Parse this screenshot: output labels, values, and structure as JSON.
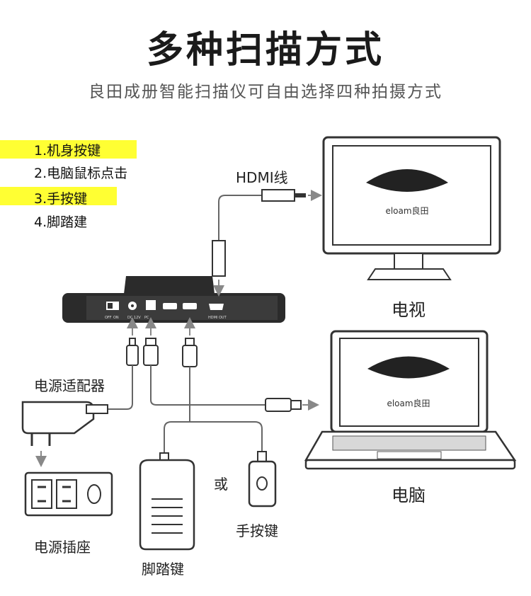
{
  "title": "多种扫描方式",
  "subtitle": "良田成册智能扫描仪可自由选择四种拍摄方式",
  "modes": [
    "1.机身按键",
    "2.电脑鼠标点击",
    "3.手按键",
    "4.脚踏建"
  ],
  "labels": {
    "hdmi_cable": "HDMI线",
    "tv": "电视",
    "computer": "电脑",
    "power_adapter": "电源适配器",
    "power_socket": "电源插座",
    "foot_pedal": "脚踏键",
    "hand_button": "手按键",
    "or": "或"
  },
  "device_ports": {
    "switch_off": "OFF",
    "switch_on": "ON",
    "dc": "DC 12V",
    "pc": "PC",
    "hdmi_out": "HDMI OUT"
  },
  "brand_logo_text": "eloam良田",
  "colors": {
    "highlight": "#ffff33",
    "arrow": "#888888",
    "device": "#2b2b2b"
  },
  "icons": [
    "usb-icon",
    "camera-icon",
    "arrow-right-icon",
    "arrow-up-icon",
    "arrow-down-icon"
  ]
}
